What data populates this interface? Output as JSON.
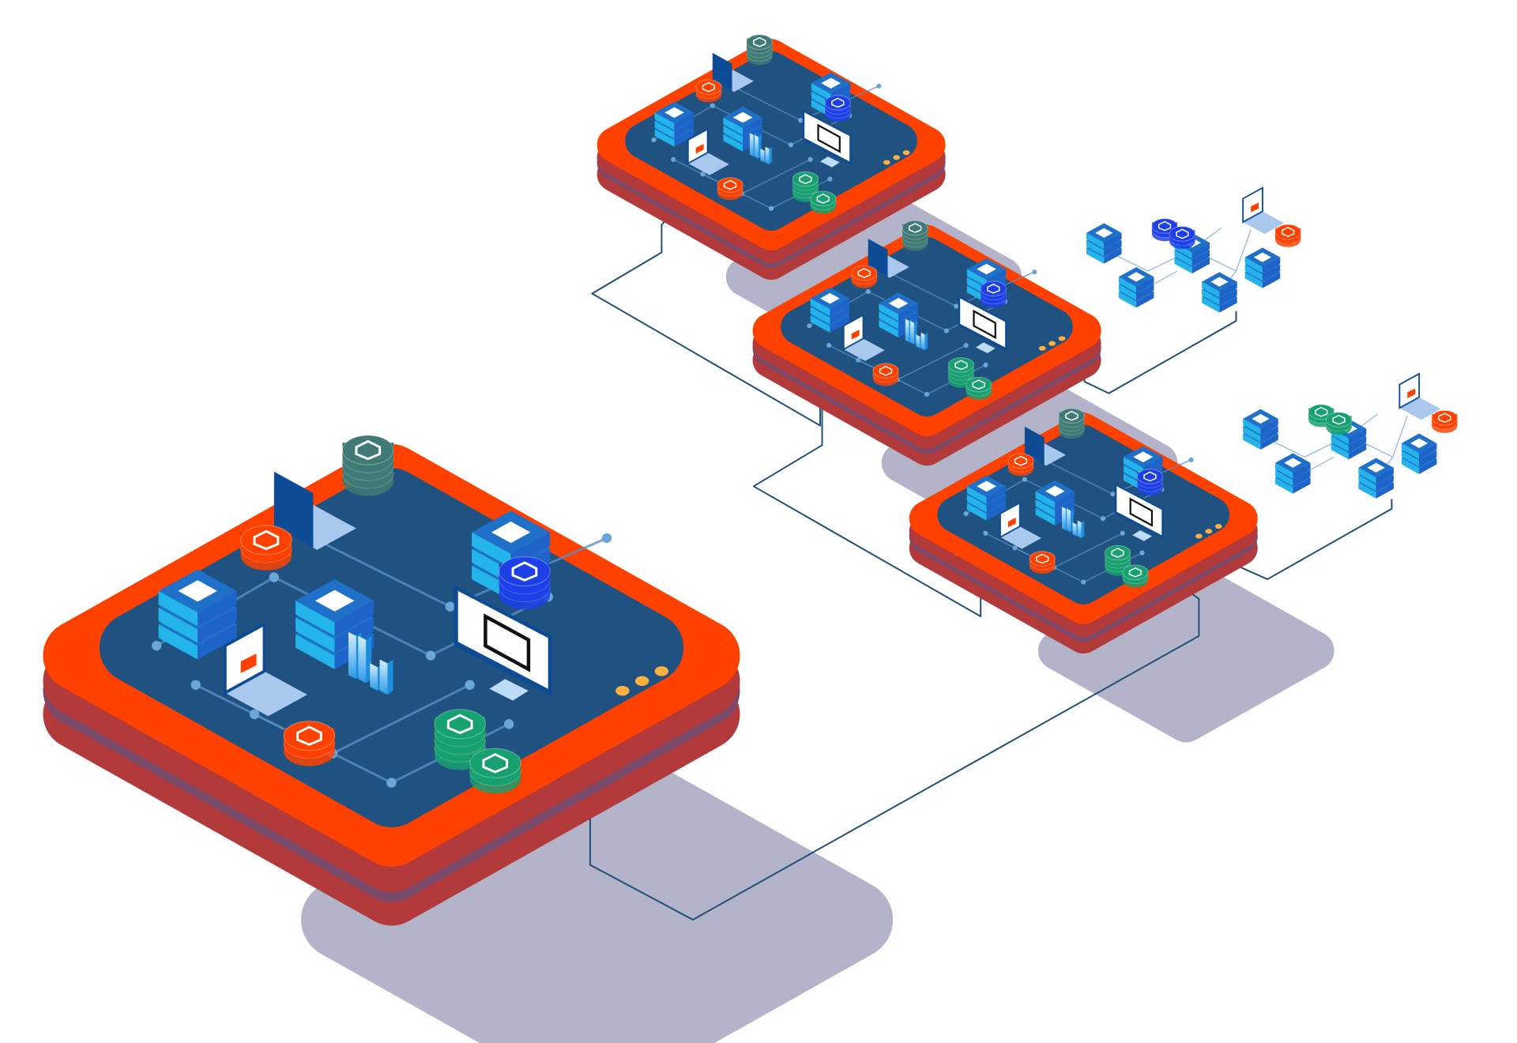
{
  "colors": {
    "background": "#ffffff",
    "platform_top": "#ff4100",
    "platform_side": "#b23a3a",
    "platform_stripe": "#7a4a6a",
    "platform_inner": "#1f5280",
    "shadow": "#b3b3c9",
    "connector": "#1f4e79",
    "server": "#1c8fe0",
    "coin_gray": "#3f7a76",
    "coin_green": "#17a070",
    "coin_blue": "#1c3fe6",
    "coin_red": "#ff4100",
    "indicator_dots": "#ffb040"
  },
  "icons": [
    "server-stack-icon",
    "coin-stack-icon",
    "laptop-icon",
    "monitor-icon",
    "bar-chart-icon",
    "cube-logo-icon"
  ],
  "platforms": [
    {
      "id": "main-platform",
      "size": "large"
    },
    {
      "id": "top-platform",
      "size": "small"
    },
    {
      "id": "middle-platform",
      "size": "small"
    },
    {
      "id": "lower-platform",
      "size": "small"
    }
  ],
  "clusters": [
    {
      "id": "upper-node-cluster",
      "coin_color": "coin_blue"
    },
    {
      "id": "lower-node-cluster",
      "coin_color": "coin_green"
    }
  ]
}
